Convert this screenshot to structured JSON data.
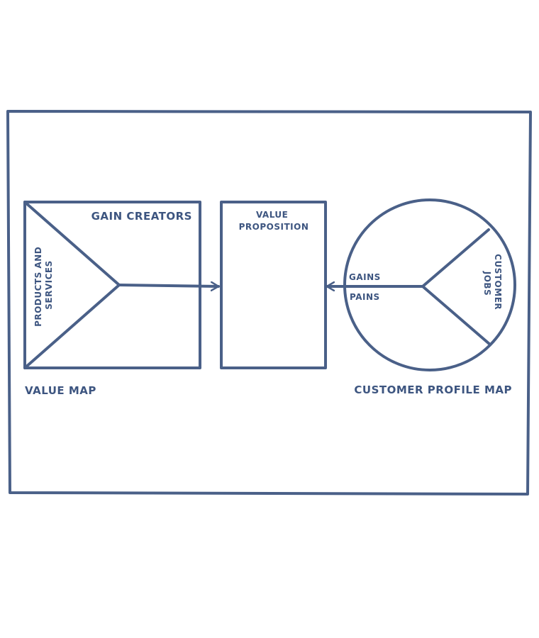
{
  "colors": {
    "stroke": "#4a6088",
    "text": "#3d5580",
    "background": "#ffffff"
  },
  "labels": {
    "gain_creators": "GAIN CREATORS",
    "products_and_services_line1": "PRODUCTS AND",
    "products_and_services_line2": "SERVICES",
    "value_proposition_line1": "VALUE",
    "value_proposition_line2": "PROPOSITION",
    "gains": "GAINS",
    "pains": "PAINS",
    "customer_jobs_line1": "CUSTOMER",
    "customer_jobs_line2": "JOBS",
    "value_map": "VALUE MAP",
    "customer_profile_map": "CUSTOMER PROFILE MAP"
  }
}
